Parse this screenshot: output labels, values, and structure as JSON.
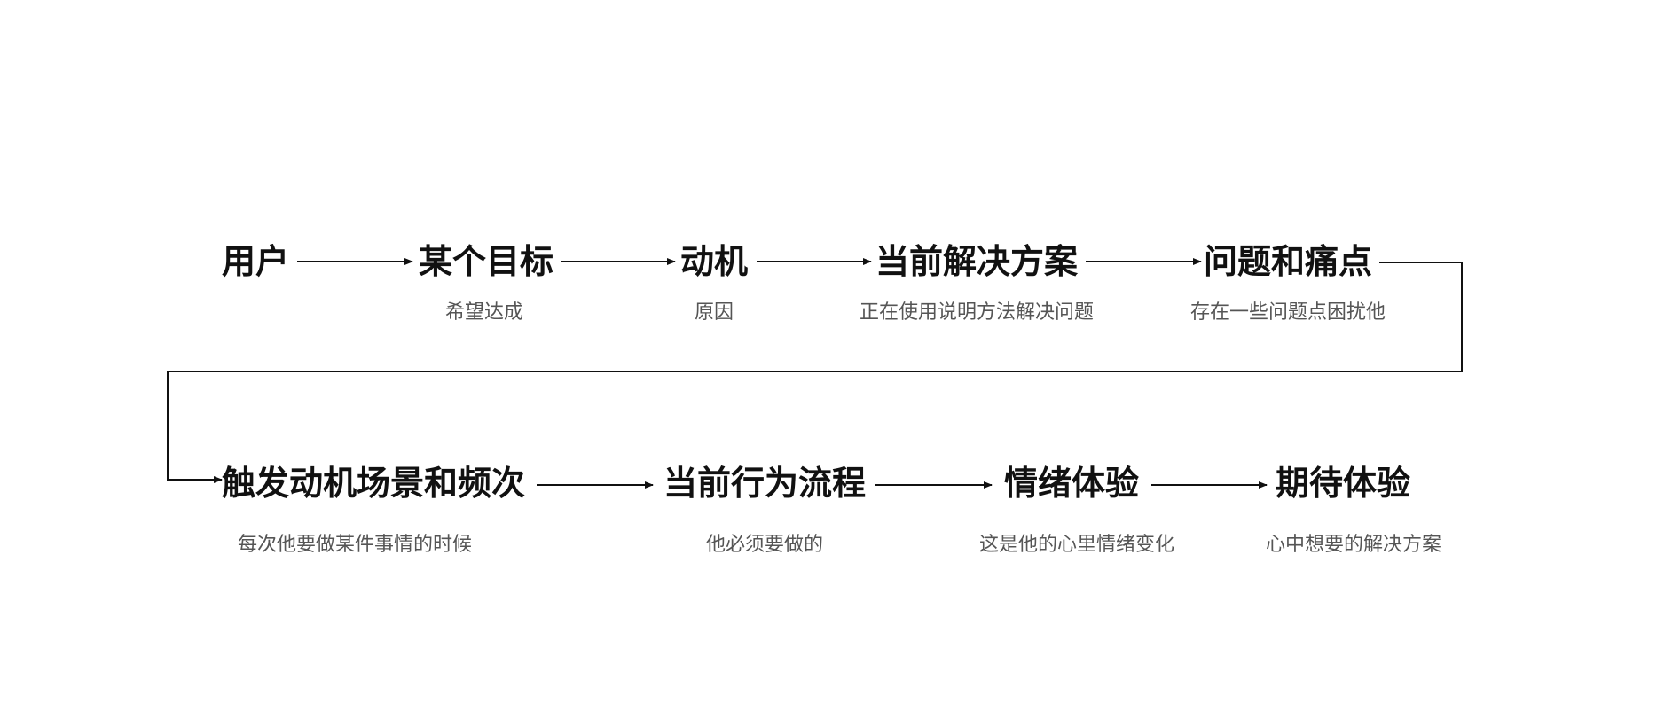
{
  "row1": [
    {
      "title": "用户",
      "subtitle": ""
    },
    {
      "title": "某个目标",
      "subtitle": "希望达成"
    },
    {
      "title": "动机",
      "subtitle": "原因"
    },
    {
      "title": "当前解决方案",
      "subtitle": "正在使用说明方法解决问题"
    },
    {
      "title": "问题和痛点",
      "subtitle": "存在一些问题点困扰他"
    }
  ],
  "row2": [
    {
      "title": "触发动机场景和频次",
      "subtitle": "每次他要做某件事情的时候"
    },
    {
      "title": "当前行为流程",
      "subtitle": "他必须要做的"
    },
    {
      "title": "情绪体验",
      "subtitle": "这是他的心里情绪变化"
    },
    {
      "title": "期待体验",
      "subtitle": "心中想要的解决方案"
    }
  ],
  "colors": {
    "title": "#111111",
    "subtitle": "#555555",
    "connector": "#111111",
    "background": "#ffffff"
  }
}
